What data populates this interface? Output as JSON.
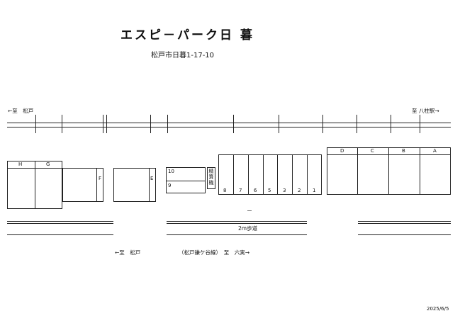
{
  "header": {
    "title": "エスピ－パーク日 暮",
    "address": "松戸市日暮1-17-10"
  },
  "directions": {
    "top_left": "←至　松戸",
    "top_right": "至 八柱駅→",
    "bottom_left": "←至　松戸",
    "bottom_center": "（松戸鎌ケ谷線）　至　六実→"
  },
  "road": {
    "sidewalk": "2m歩道"
  },
  "spaces": {
    "h": "H",
    "g": "G",
    "f": "F",
    "e": "E",
    "s10": "10",
    "s9": "9",
    "payment": "精算機",
    "s8": "8",
    "s7": "7",
    "s6": "6",
    "s5": "5",
    "s3": "3",
    "s2": "2",
    "s1": "1",
    "d": "D",
    "c": "C",
    "b": "B",
    "a": "A"
  },
  "footer": {
    "date": "2025/6/5"
  }
}
